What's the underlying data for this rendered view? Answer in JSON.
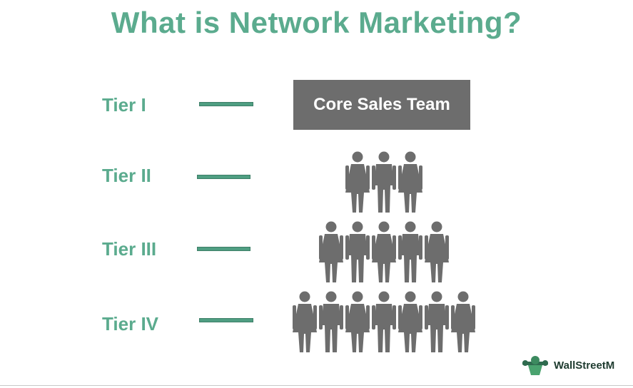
{
  "title": "What is Network Marketing?",
  "tiers": [
    {
      "label": "Tier I"
    },
    {
      "label": "Tier II",
      "people": 3
    },
    {
      "label": "Tier III",
      "people": 5
    },
    {
      "label": "Tier IV",
      "people": 7
    }
  ],
  "core_box": "Core Sales Team",
  "brand": "WallStreetM",
  "colors": {
    "title": "#5bab8e",
    "dash": "#4f9e82",
    "box": "#6d6d6d",
    "person": "#6d6d6d"
  }
}
